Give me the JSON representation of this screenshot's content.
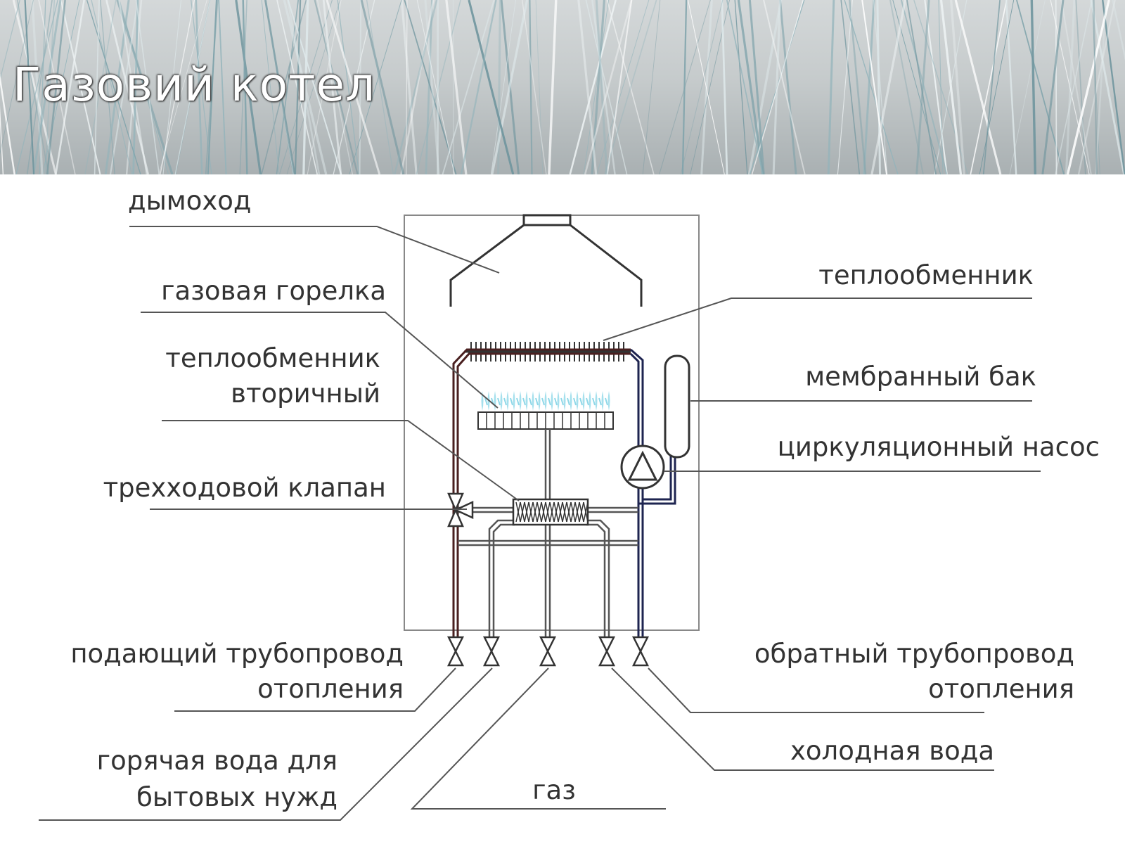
{
  "slide": {
    "title": "Газовий котел"
  },
  "labels": {
    "chimney": "дымоход",
    "burner": "газовая горелка",
    "secondary_hx_line1": "теплообменник",
    "secondary_hx_line2": "вторичный",
    "three_way_valve": "трехходовой клапан",
    "supply_line1": "подающий трубопровод",
    "supply_line2": "отопления",
    "hot_water_line1": "горячая вода для",
    "hot_water_line2": "бытовых нужд",
    "gas": "газ",
    "heat_exchanger": "теплообменник",
    "membrane_tank": "мембранный бак",
    "circulation_pump": "циркуляционный насос",
    "return_line1": "обратный трубопровод",
    "return_line2": "отопления",
    "cold_water": "холодная вода"
  },
  "colors": {
    "supply_pipe": "#4a2020",
    "return_pipe": "#1e2450",
    "flame": "#8fd8e8",
    "leader_line": "#555555",
    "label_text": "#333333",
    "title_text": "#ffffff"
  }
}
